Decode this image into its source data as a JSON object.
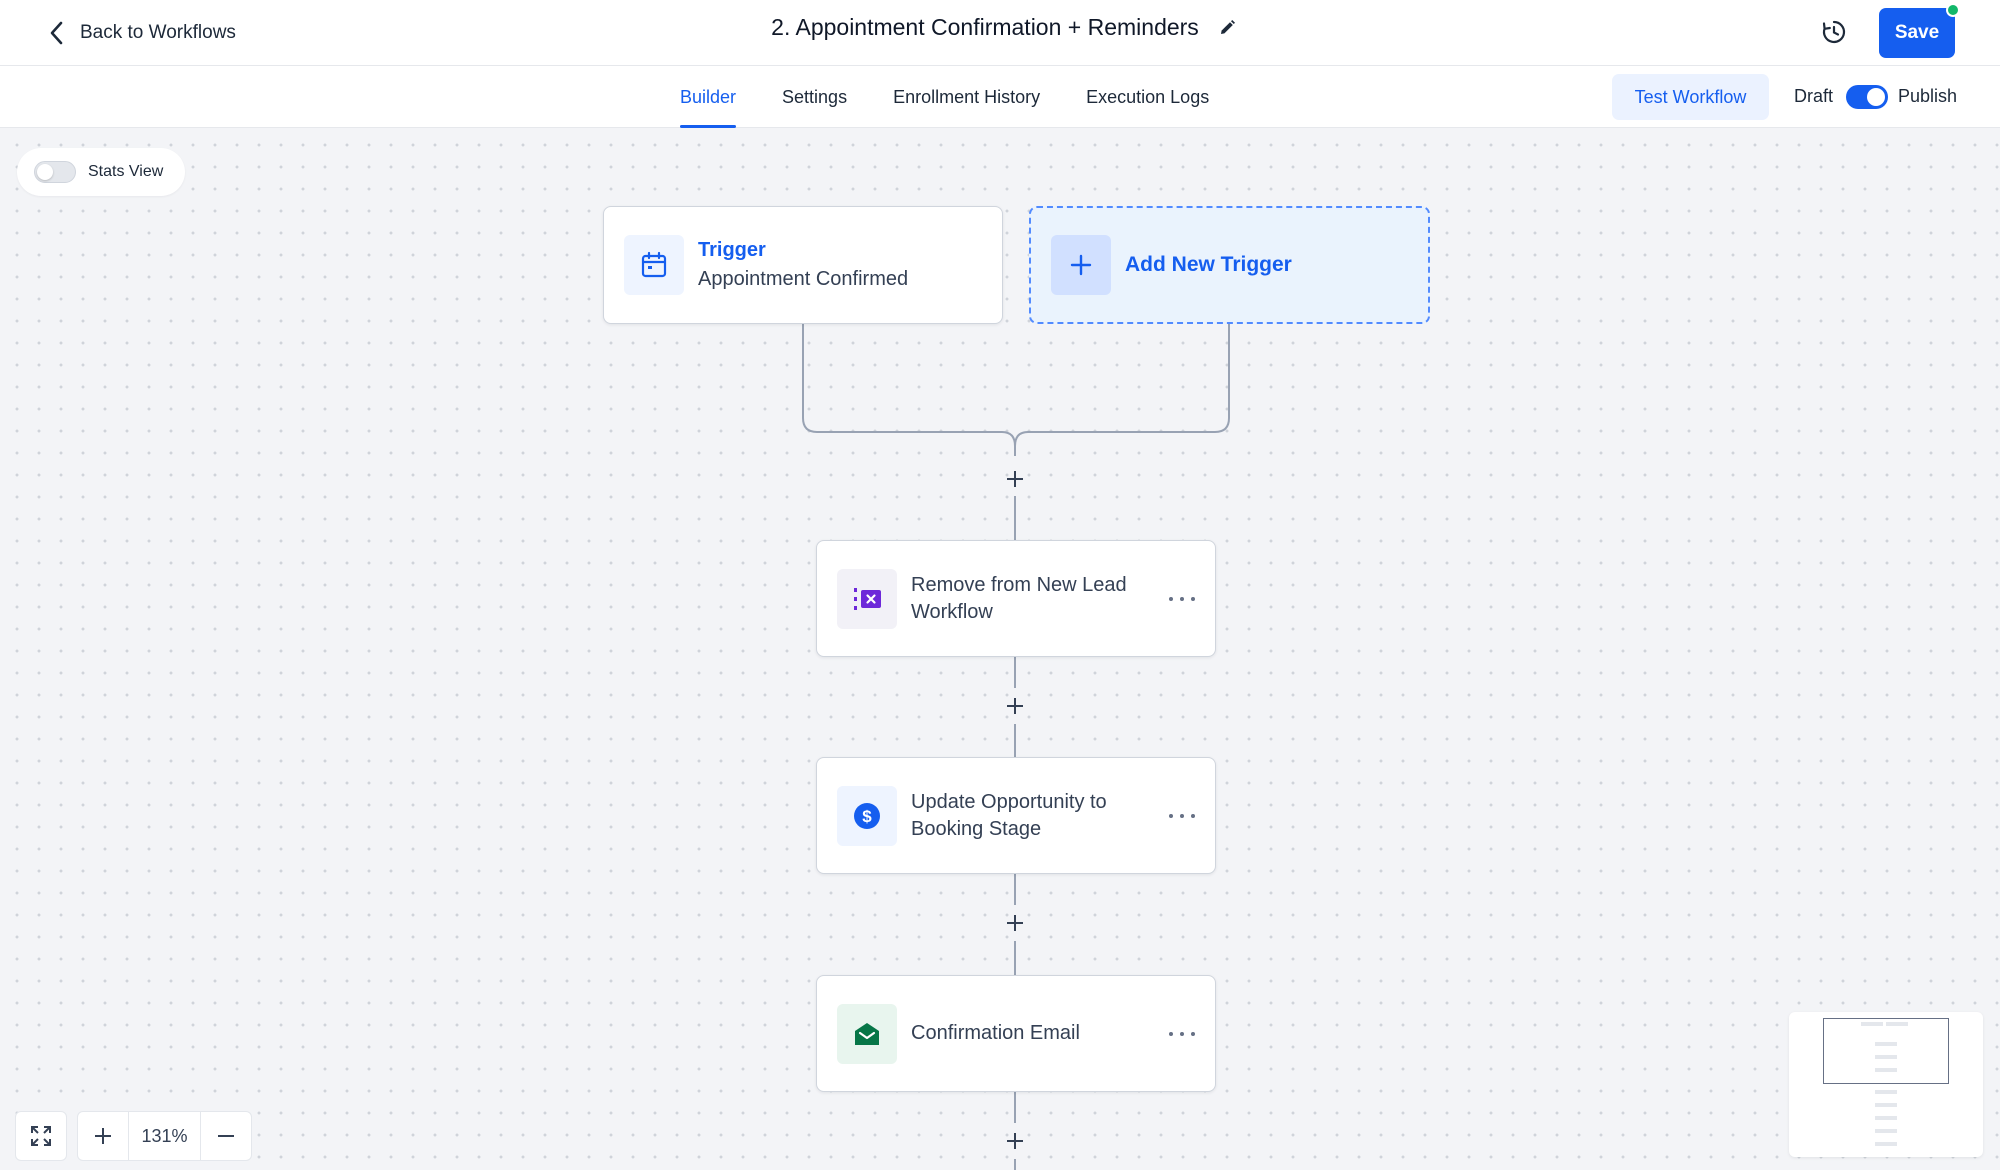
{
  "header": {
    "back_label": "Back to Workflows",
    "title": "2. Appointment Confirmation + Reminders",
    "save_label": "Save"
  },
  "tabs": [
    {
      "label": "Builder",
      "active": true
    },
    {
      "label": "Settings",
      "active": false
    },
    {
      "label": "Enrollment History",
      "active": false
    },
    {
      "label": "Execution Logs",
      "active": false
    }
  ],
  "toolbar": {
    "test_label": "Test Workflow",
    "draft_label": "Draft",
    "publish_label": "Publish",
    "published": true
  },
  "canvas": {
    "stats_label": "Stats View",
    "stats_enabled": false,
    "zoom": "131%"
  },
  "trigger": {
    "title": "Trigger",
    "subtitle": "Appointment Confirmed",
    "icon": "calendar-icon"
  },
  "add_trigger_label": "Add New Trigger",
  "actions": [
    {
      "label": "Remove from New Lead Workflow",
      "icon": "remove-workflow-icon"
    },
    {
      "label": "Update Opportunity to Booking Stage",
      "icon": "dollar-icon"
    },
    {
      "label": "Confirmation Email",
      "icon": "email-icon"
    }
  ],
  "colors": {
    "accent": "#155eef",
    "accent_light": "#ebf2ff",
    "status_dot": "#12b76a",
    "purple": "#6d28d9",
    "green": "#067647"
  }
}
